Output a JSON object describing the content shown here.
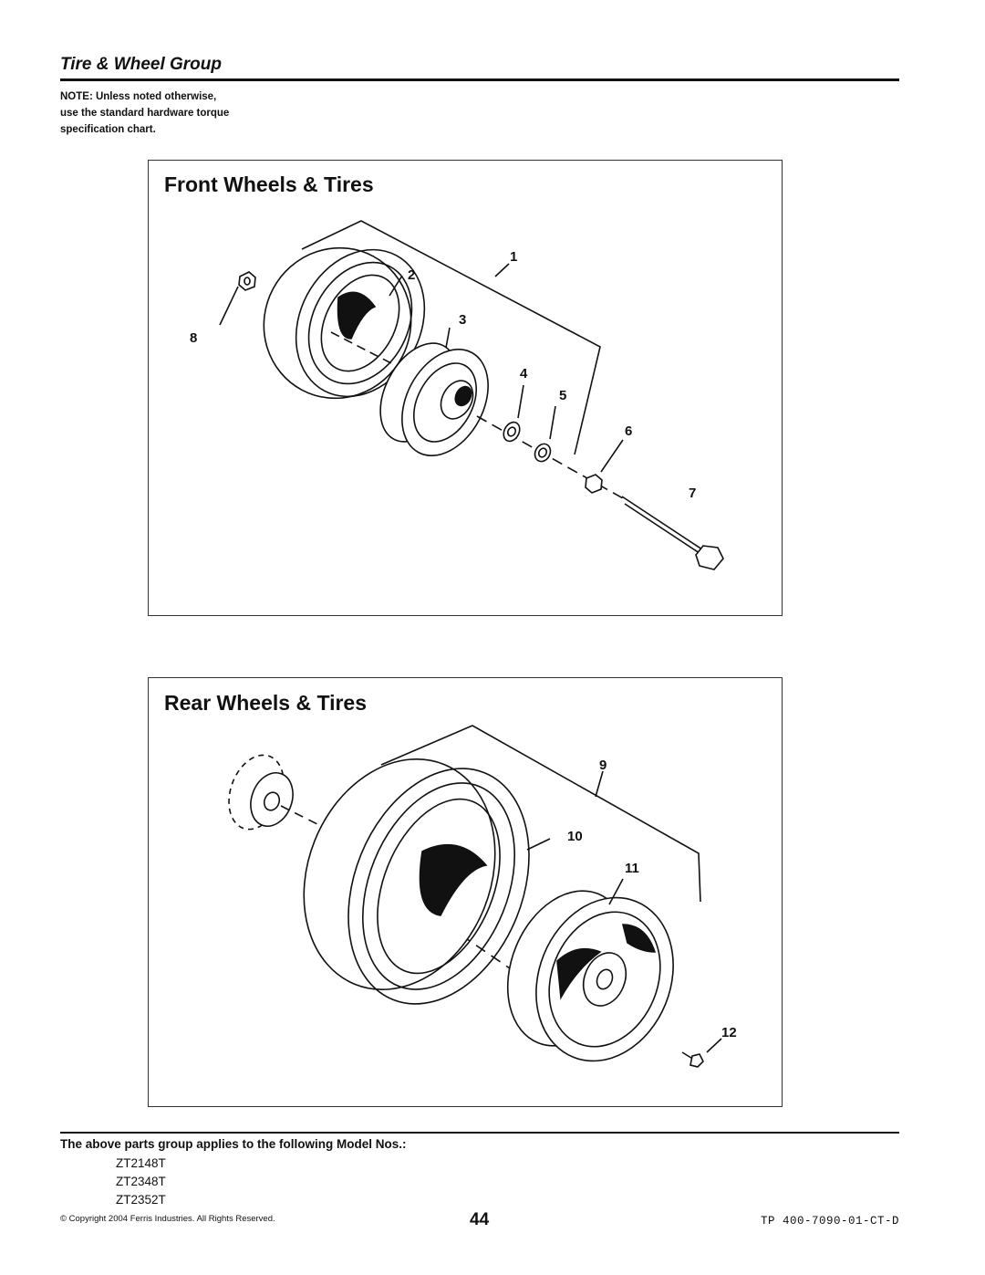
{
  "header": {
    "section_title": "Tire & Wheel Group",
    "note_lines": [
      "NOTE: Unless noted otherwise,",
      "use the standard hardware torque",
      "specification chart."
    ]
  },
  "front_panel": {
    "title": "Front Wheels & Tires",
    "callouts": [
      "1",
      "2",
      "3",
      "4",
      "5",
      "6",
      "7",
      "8"
    ]
  },
  "rear_panel": {
    "title": "Rear Wheels & Tires",
    "callouts": [
      "9",
      "10",
      "11",
      "12"
    ]
  },
  "models": {
    "heading": "The above parts group applies to the following Model Nos.:",
    "list": [
      "ZT2148T",
      "ZT2348T",
      "ZT2352T"
    ]
  },
  "footer": {
    "copyright": "© Copyright 2004 Ferris Industries. All Rights Reserved.",
    "page_number": "44",
    "doc_number": "TP 400-7090-01-CT-D"
  }
}
